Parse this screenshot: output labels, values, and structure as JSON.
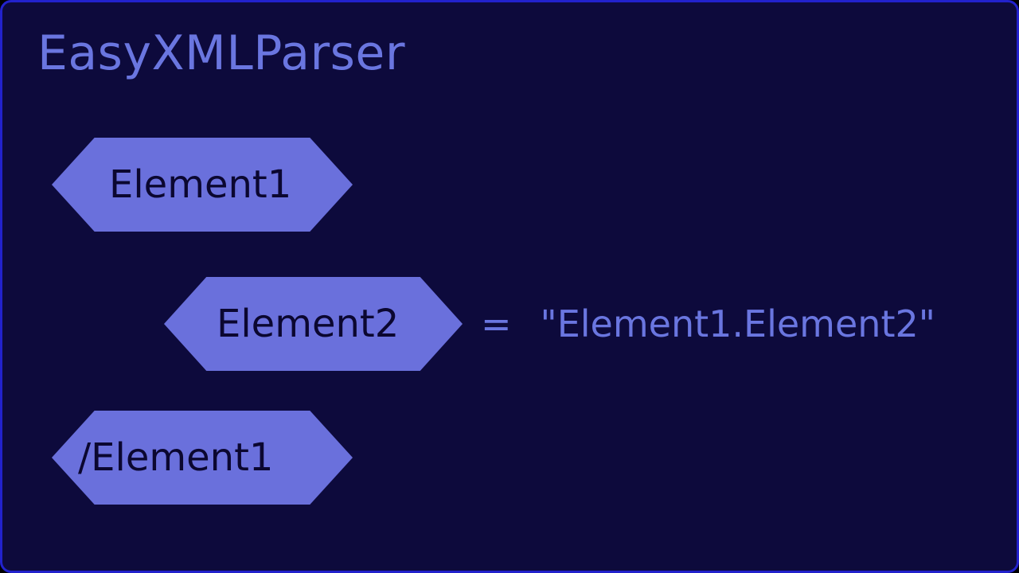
{
  "app": {
    "title": "EasyXMLParser",
    "background_color": "#0d0a3c",
    "border_color": "#2222cc",
    "accent_text_color": "#6a76e0",
    "node_fill_color": "#6a70dc",
    "node_text_color": "#0b0730"
  },
  "diagram": {
    "nodes": [
      {
        "id": "element1-open",
        "label": "Element1",
        "shape": "hexagon"
      },
      {
        "id": "element2-open",
        "label": "Element2",
        "shape": "hexagon"
      },
      {
        "id": "element1-close",
        "label": "/Element1",
        "shape": "hexagon"
      }
    ],
    "equation": {
      "operator": "=",
      "result": "\"Element1.Element2\""
    }
  }
}
